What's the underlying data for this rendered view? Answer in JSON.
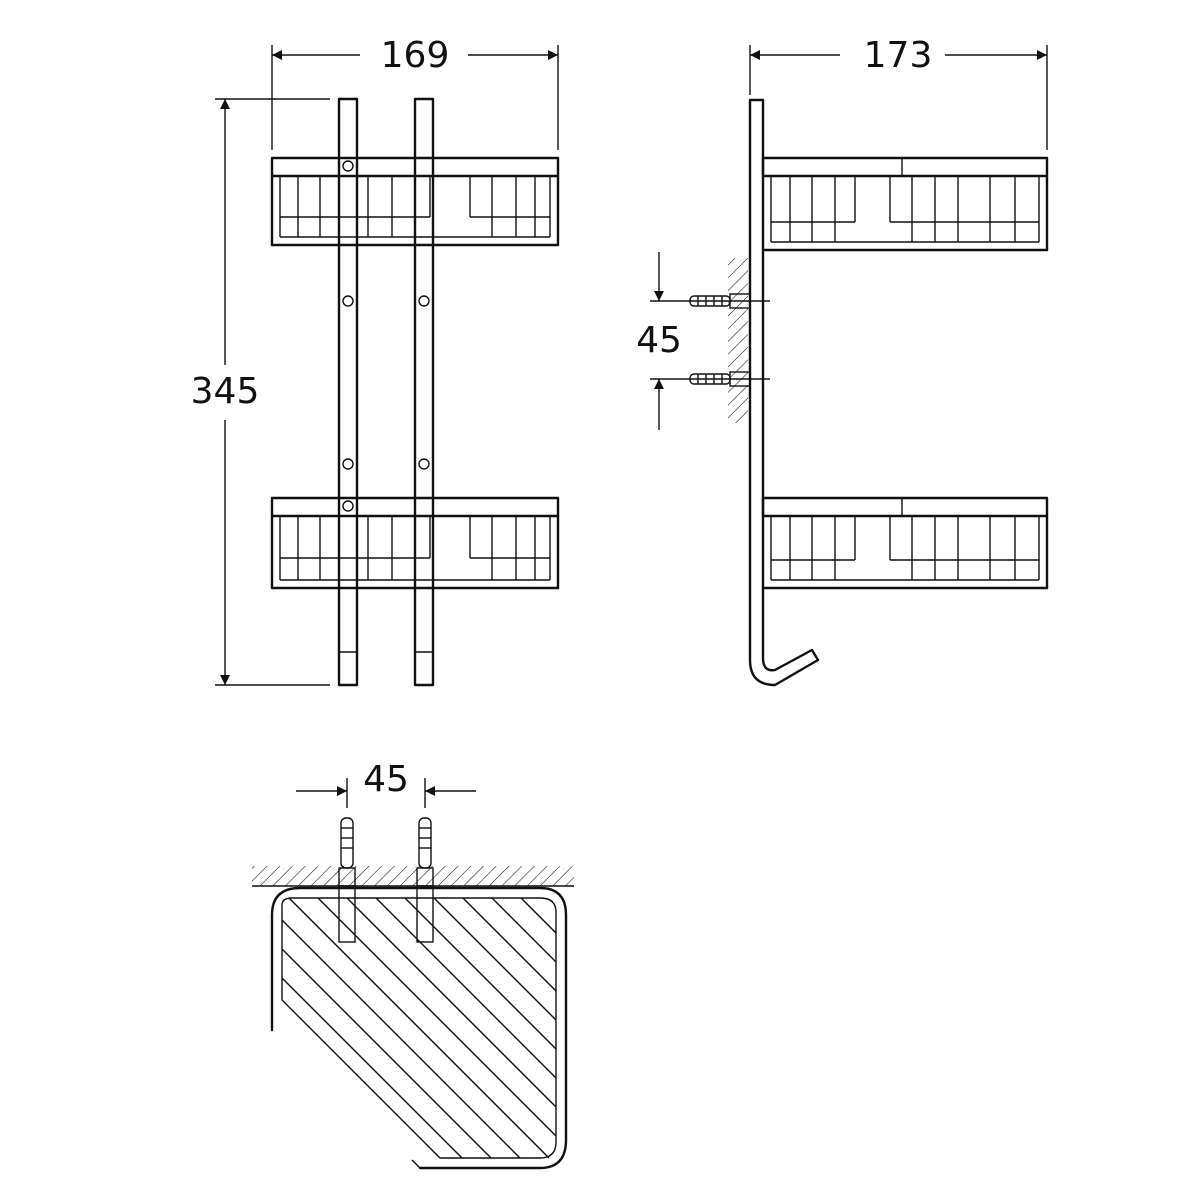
{
  "dimensions": {
    "front_width": "169",
    "side_depth": "173",
    "height": "345",
    "side_screw_spacing": "45",
    "top_screw_spacing": "45"
  }
}
